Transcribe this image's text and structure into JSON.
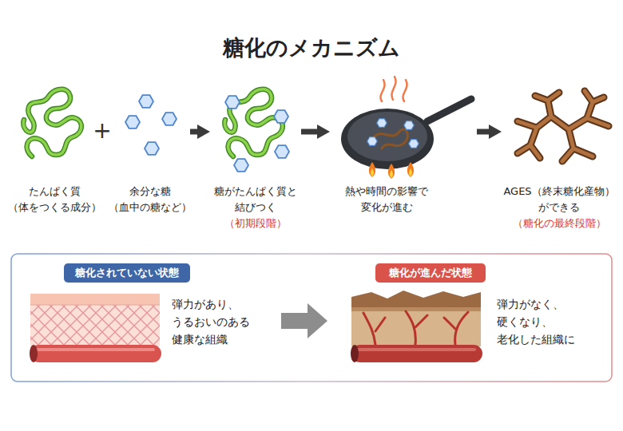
{
  "diagram": {
    "title": "糖化のメカニズム",
    "nodes": [
      {
        "text": [
          "たんぱく質",
          "（体をつくる成分）"
        ]
      },
      {
        "text": [
          "余分な糖",
          "（血中の糖など）"
        ]
      },
      {
        "text": [
          "糖がたんぱく質と 結びつく",
          "（初期段階）"
        ]
      },
      {
        "text": [
          "熱や時間の影響で 変化が進む"
        ]
      },
      {
        "text": [
          "AGES（終末糖化産物） ができる",
          "（糖化の最終段階）"
        ]
      },
      {
        "text": [
          "糖化されていない状態"
        ]
      },
      {
        "text": [
          "糖化が進んだ状態"
        ]
      }
    ],
    "edges": [
      {
        "from": 1,
        "to": 2,
        "arrow": "to"
      },
      {
        "from": 2,
        "to": 3,
        "arrow": "to"
      },
      {
        "from": 3,
        "to": 4,
        "arrow": "to"
      }
    ],
    "labels": [
      "+",
      "弾力があり、 うるおいのある 健康な組織",
      "弾力がなく、 硬くなり、 老化した組織に"
    ]
  }
}
